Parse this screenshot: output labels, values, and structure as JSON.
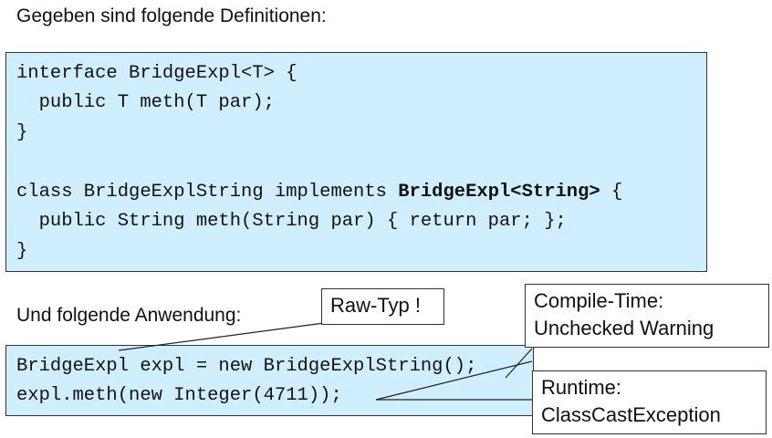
{
  "intro_heading": "Gegeben sind folgende Definitionen:",
  "definitions_code": {
    "line1": "interface BridgeExpl<T> {",
    "line2": "  public T meth(T par);",
    "line3": "}",
    "line5_prefix": "class BridgeExplString implements ",
    "line5_bold": "BridgeExpl<String>",
    "line5_suffix": " {",
    "line6": "  public String meth(String par) { return par; };",
    "line7": "}"
  },
  "usage_heading": "Und folgende Anwendung:",
  "usage_code": {
    "line1": "BridgeExpl expl = new BridgeExplString();",
    "line2": "expl.meth(new Integer(4711));"
  },
  "callouts": {
    "raw_type": "Raw-Typ !",
    "compile_time_title": "Compile-Time:",
    "compile_time_text": "Unchecked Warning",
    "runtime_title": "Runtime:",
    "runtime_text": "ClassCastException"
  },
  "colors": {
    "code_background": "#cfeeff",
    "border": "#333333"
  }
}
